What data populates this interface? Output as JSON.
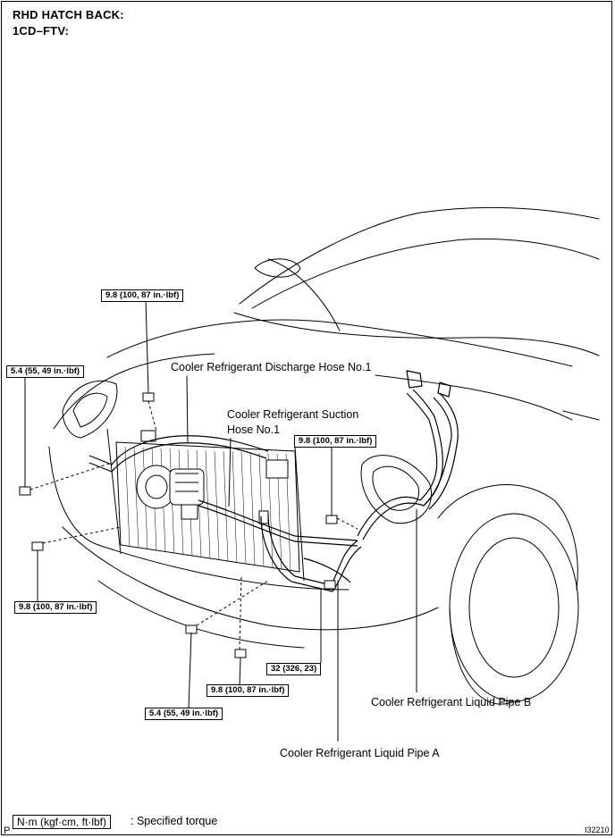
{
  "header": {
    "line1": "RHD HATCH BACK:",
    "line2": "1CD–FTV:"
  },
  "torque_specs": [
    "9.8 (100, 87 in.·lbf)",
    "5.4 (55, 49 in.·lbf)",
    "9.8 (100, 87 in.·lbf)",
    "9.8 (100, 87 in.·lbf)",
    "32 (326, 23)",
    "9.8 (100, 87 in.·lbf)",
    "5.4 (55, 49 in.·lbf)"
  ],
  "parts": {
    "discharge_hose": "Cooler Refrigerant Discharge Hose No.1",
    "suction_hose_line1": "Cooler Refrigerant Suction",
    "suction_hose_line2": "Hose No.1",
    "liquid_pipe_b": "Cooler Refrigerant Liquid Pipe B",
    "liquid_pipe_a": "Cooler Refrigerant Liquid Pipe A"
  },
  "legend": {
    "box": "N·m (kgf·cm, ft·lbf)",
    "text": ": Specified torque"
  },
  "footer": {
    "left_mark": "P",
    "figure_id": "I32210"
  }
}
